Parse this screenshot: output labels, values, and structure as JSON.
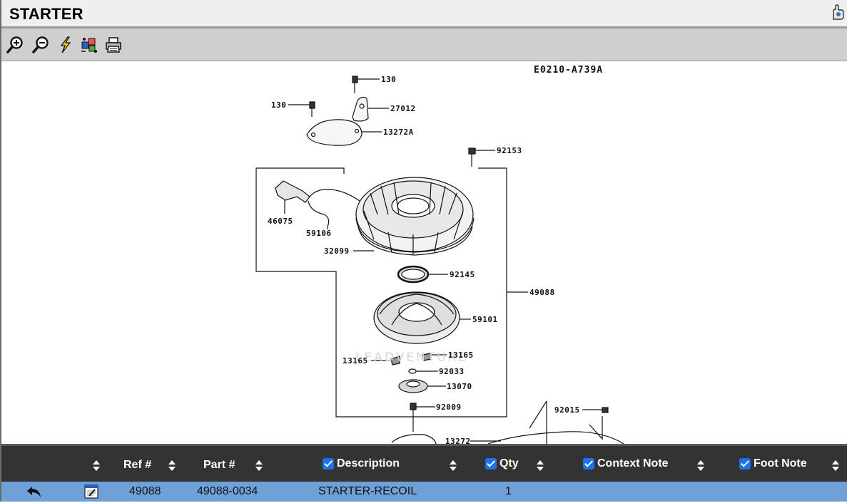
{
  "window": {
    "title": "STARTER"
  },
  "icons": {
    "corner": "info-hand-icon",
    "zoom_in": "zoom-in-icon",
    "zoom_out": "zoom-out-icon",
    "lightning": "lightning-icon",
    "hotspots": "hotspot-icon",
    "print": "printer-icon",
    "back": "back-arrow-icon",
    "note": "notepad-icon"
  },
  "diagram": {
    "code": "E0210-A739A",
    "watermark": "LEADVENTURE",
    "labels": {
      "l130a": "130",
      "l130b": "130",
      "l27012": "27012",
      "l13272A": "13272A",
      "l92153": "92153",
      "l46075": "46075",
      "l59106": "59106",
      "l32099": "32099",
      "l92145": "92145",
      "l49088": "49088",
      "l59101": "59101",
      "l13165a": "13165",
      "l13165b": "13165",
      "l92033": "92033",
      "l13070": "13070",
      "l92009": "92009",
      "l92015": "92015",
      "l13272": "13272"
    }
  },
  "table": {
    "headers": {
      "ref": "Ref #",
      "part": "Part #",
      "description": "Description",
      "qty": "Qty",
      "context_note": "Context Note",
      "foot_note": "Foot Note"
    },
    "rows": [
      {
        "ref": "49088",
        "part": "49088-0034",
        "description": "STARTER-RECOIL",
        "qty": "1"
      }
    ]
  },
  "colors": {
    "header_bg": "#333333",
    "row_selected": "#6fa0d8",
    "toolbar_bg": "#cfcfcf",
    "checkbox": "#1a73e8"
  }
}
